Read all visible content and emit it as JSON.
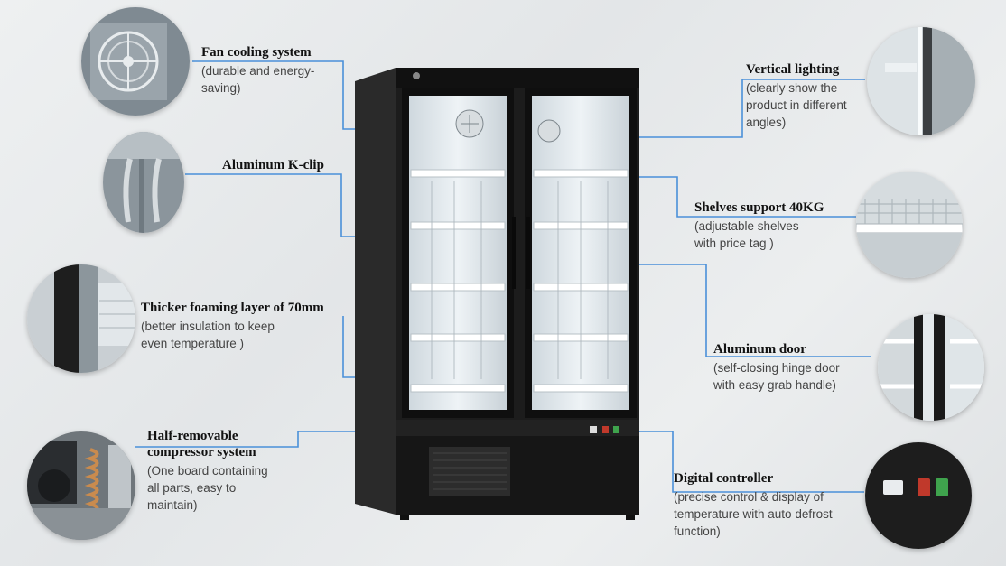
{
  "features": {
    "fan": {
      "title": "Fan cooling system",
      "desc": "(durable and energy-\nsaving)",
      "icon": "fan-icon"
    },
    "kclip": {
      "title": "Aluminum K-clip",
      "desc": "",
      "icon": "k-clip-icon"
    },
    "foam": {
      "title": "Thicker foaming layer of 70mm",
      "desc": "(better insulation to keep\neven temperature )",
      "icon": "foam-layer-icon"
    },
    "compressor": {
      "title": "Half-removable\ncompressor system",
      "desc": "(One board containing\nall parts, easy to\nmaintain)",
      "icon": "compressor-icon"
    },
    "lighting": {
      "title": "Vertical lighting",
      "desc": "(clearly show the\nproduct in different\nangles)",
      "icon": "led-light-icon"
    },
    "shelves": {
      "title": "Shelves support 40KG",
      "desc": "(adjustable shelves\nwith price tag )",
      "icon": "shelf-icon"
    },
    "door": {
      "title": "Aluminum door",
      "desc": "(self-closing hinge door\nwith easy grab handle)",
      "icon": "door-handle-icon"
    },
    "controller": {
      "title": "Digital controller",
      "desc": "(precise control & display of\ntemperature with auto defrost\nfunction)",
      "icon": "controller-icon"
    }
  },
  "colors": {
    "callout_line": "#4a90d9",
    "fridge_body": "#1c1c1c",
    "background": "#e6e9eb"
  }
}
